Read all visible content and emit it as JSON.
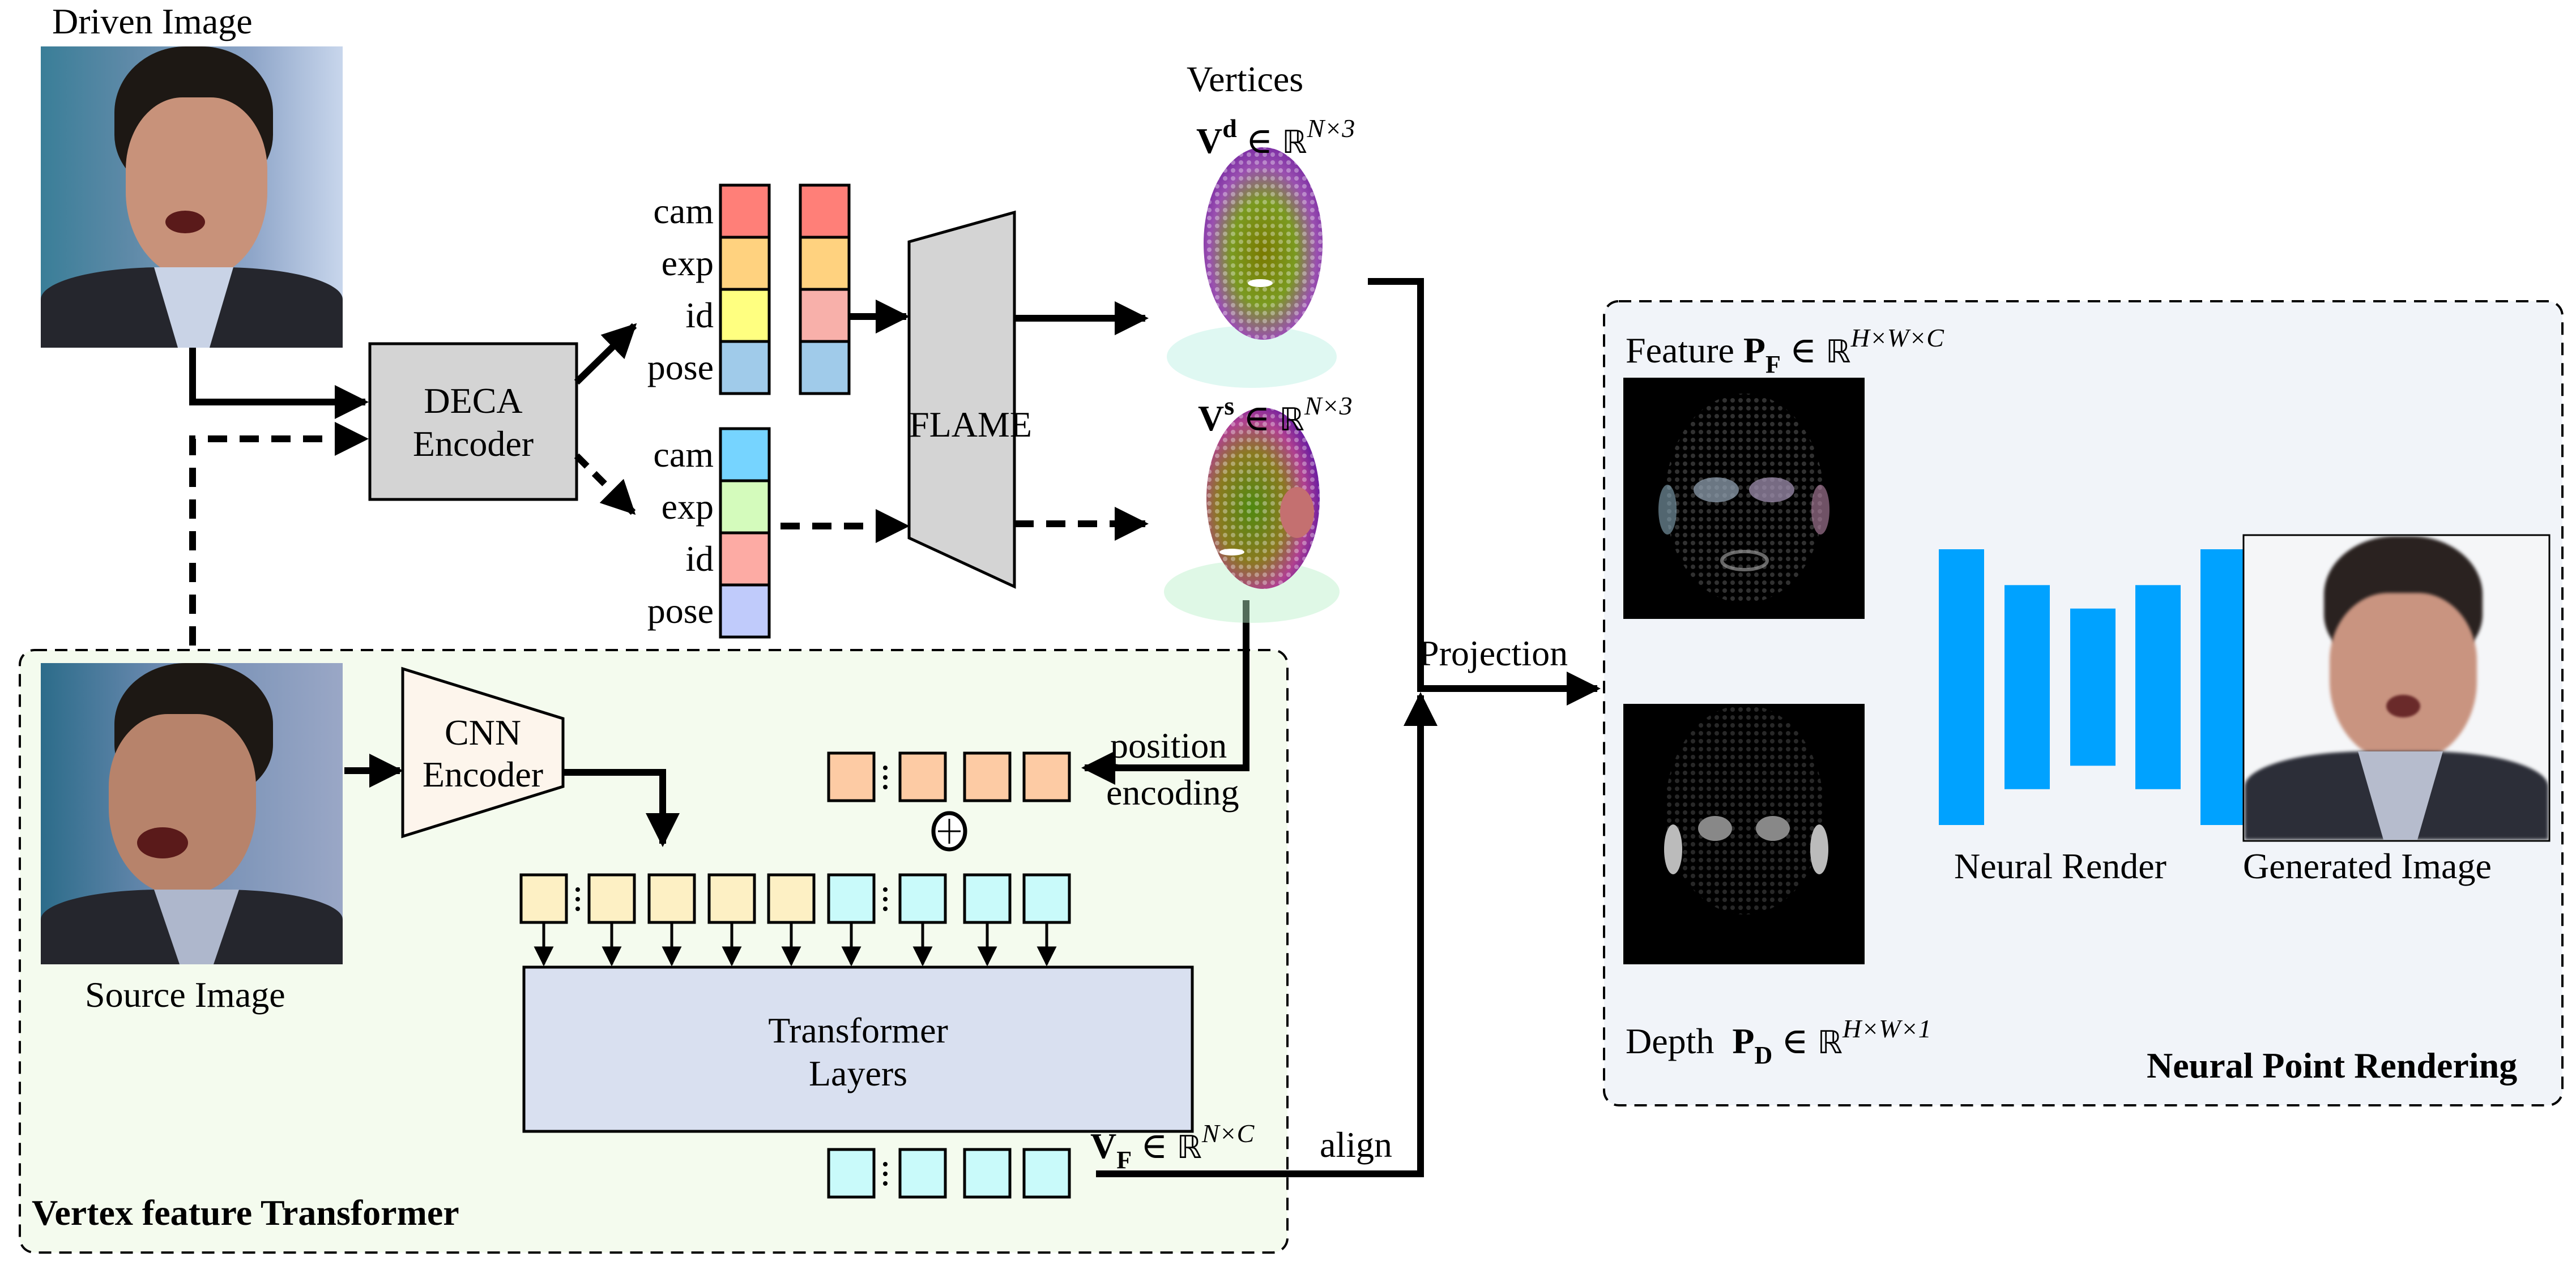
{
  "figure": {
    "title": "Vertex feature Transformer + Neural Point Rendering pipeline",
    "colors": {
      "deca_box": "#d4d4d4",
      "flame_box": "#d4d4d4",
      "cnn_box": "#fdf5ec",
      "transformer_box": "#d9e0f0",
      "vft_panel": "#f4fbee",
      "npr_panel": "#f1f4f9",
      "neural_render_bars": "#00a2ff",
      "token_image": "#fdf0c4",
      "token_vertex": "#c9fafa",
      "token_position": "#fdcba4"
    }
  },
  "labels": {
    "driven_image": "Driven Image",
    "source_image": "Source Image",
    "deca_encoder_line1": "DECA",
    "deca_encoder_line2": "Encoder",
    "flame": "FLAME",
    "vertices": "Vertices",
    "cnn_encoder_line1": "CNN",
    "cnn_encoder_line2": "Encoder",
    "transformer_line1": "Transformer",
    "transformer_line2": "Layers",
    "position_line1": "position",
    "position_line2": "encoding",
    "projection": "Projection",
    "align": "align",
    "neural_render": "Neural Render",
    "generated_image": "Generated Image",
    "vft_panel_title": "Vertex feature Transformer",
    "npr_panel_title": "Neural Point Rendering",
    "feature_word": "Feature",
    "depth_word": "Depth",
    "plus_symbol": "⊕"
  },
  "math": {
    "vd": {
      "symbol": "V",
      "sup_mark": "d",
      "in": "∈",
      "space": "ℝ",
      "dims": "N×3"
    },
    "vs": {
      "symbol": "V",
      "sup_mark": "s",
      "in": "∈",
      "space": "ℝ",
      "dims": "N×3"
    },
    "vf": {
      "symbol": "V",
      "sub_mark": "F",
      "in": "∈",
      "space": "ℝ",
      "dims": "N×C"
    },
    "pf": {
      "symbol": "P",
      "sub_mark": "F",
      "in": "∈",
      "space": "ℝ",
      "dims": "H×W×C"
    },
    "pd": {
      "symbol": "P",
      "sub_mark": "D",
      "in": "∈",
      "space": "ℝ",
      "dims": "H×W×1"
    }
  },
  "param_stacks": {
    "labels": [
      "cam",
      "exp",
      "id",
      "pose"
    ],
    "driven_original": [
      "#ff7f78",
      "#ffd27f",
      "#ffff80",
      "#a0cbea"
    ],
    "driven_mixed": [
      "#ff7f78",
      "#ffd27f",
      "#f8b0aa",
      "#a0cbea"
    ],
    "source": [
      "#76d4ff",
      "#d4fbbc",
      "#fdaba4",
      "#c0cbfb"
    ]
  },
  "tokens": {
    "image_tokens": 5,
    "vertex_tokens": 4,
    "position_tokens": 4,
    "output_tokens": 4
  },
  "neural_render_bars": {
    "relative_heights": [
      1.0,
      0.74,
      0.57,
      0.74,
      1.0
    ]
  }
}
